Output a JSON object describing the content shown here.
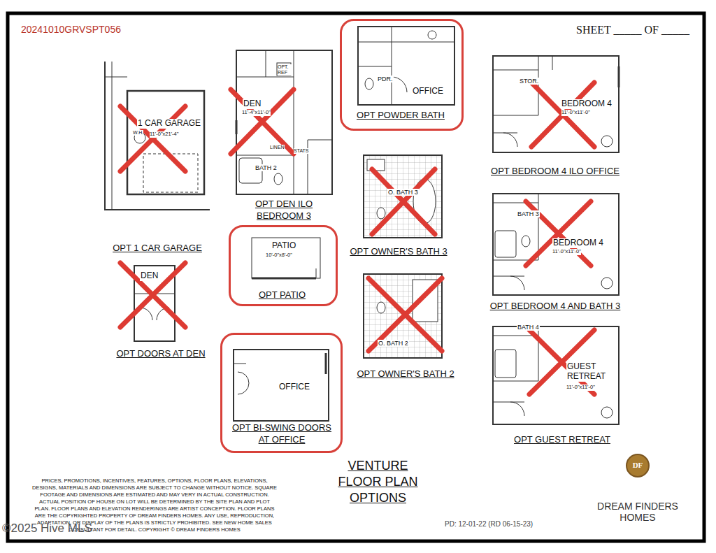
{
  "diagram": {
    "title": "VENTURE FLOOR PLAN OPTIONS",
    "nodes": [
      {
        "text": [
          "PDR.",
          "OFFICE",
          "OPT POWDER BATH"
        ]
      },
      {
        "text": [
          "PATIO",
          "10'-0\"x8'-0\"",
          "OPT PATIO"
        ]
      },
      {
        "text": [
          "OFFICE",
          "OPT BI-SWING DOORS AT OFFICE"
        ]
      }
    ],
    "labels": [
      "20241010GRVSPT056",
      "SHEET _____ OF _____",
      "W.H.",
      "1 CAR GARAGE",
      "11'-0\"x21'-4\"",
      "OPT 1 CAR GARAGE",
      "DEN",
      "11'-4\"x11'-0\"",
      "OPT. REF",
      "LINEN",
      "STATS",
      "BATH 2",
      "OPT DEN ILO BEDROOM 3",
      "STOR.",
      "BEDROOM 4",
      "11'-0\"x11'-0\"",
      "OPT BEDROOM 4 ILO OFFICE",
      "O. BATH 3",
      "OPT OWNER'S BATH 3",
      "BATH 3",
      "BEDROOM 4",
      "11'-0\"x11'-0\"",
      "OPT BEDROOM 4 AND BATH 3",
      "DEN",
      "OPT DOORS AT DEN",
      "O. BATH 2",
      "OPT OWNER'S BATH 2",
      "BATH 4",
      "GUEST RETREAT",
      "11'-0\"x11'-0\"",
      "OPT GUEST RETREAT",
      "PRICES, PROMOTIONS, INCENTIVES, FEATURES, OPTIONS, FLOOR PLANS, ELEVATIONS, DESIGNS, MATERIALS AND DIMENSIONS ARE SUBJECT TO CHANGE WITHOUT NOTICE. SQUARE FOOTAGE AND DIMENSIONS ARE ESTIMATED AND MAY VERY IN ACTUAL CONSTRUCTION. ACTUAL POSITION OF HOUSE ON LOT WILL BE DETERMINED BY THE SITE PLAN AND PLOT PLAN. FLOOR PLANS AND ELEVATION RENDERINGS ARE ARTIST CONCEPTION. FLOOR PLANS ARE THE COPYRIGHTED PROPERTY OF DREAM FINDERS HOMES. ANY USE, REPRODUCTION, ADAPTATION, OR DISPLAY OF THE PLANS IS STRICTLY PROHIBITED. SEE NEW HOME SALES CONSULTANT FOR DETAIL. COPYRIGHT © DREAM FINDERS HOMES",
      "DF",
      "DREAM FINDERS HOMES",
      "PD: 12-01-22 (RD 06-15-23)",
      "©2025 Hive MLS"
    ]
  }
}
